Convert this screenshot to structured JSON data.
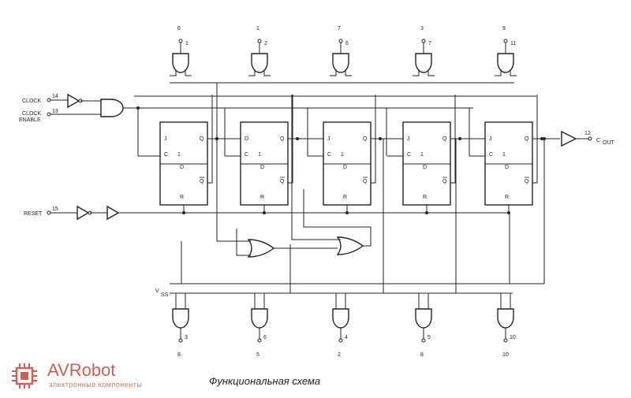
{
  "colors": {
    "line": "#222222",
    "logo": "#c4453b"
  },
  "inputs": {
    "clock": {
      "label": "CLOCK",
      "pin": "14"
    },
    "clock_enable": {
      "label": "CLOCK\nENABLE",
      "pin": "13"
    },
    "reset": {
      "label": "RESET",
      "pin": "15"
    },
    "vss": {
      "label": "V",
      "sub": "SS"
    }
  },
  "output": {
    "label": "C",
    "sub": "OUT",
    "pin": "12"
  },
  "top_outputs": [
    {
      "name": "6",
      "pin": "1"
    },
    {
      "name": "1",
      "pin": "2"
    },
    {
      "name": "7",
      "pin": "6"
    },
    {
      "name": "3",
      "pin": "7"
    },
    {
      "name": "9",
      "pin": "11"
    }
  ],
  "bottom_outputs": [
    {
      "pin": "3",
      "name": "8"
    },
    {
      "pin": "6",
      "name": "5"
    },
    {
      "pin": "4",
      "name": "2"
    },
    {
      "pin": "5",
      "name": "8"
    },
    {
      "pin": "10",
      "name": "10"
    }
  ],
  "flipflop_labels": {
    "j": "J",
    "c": "C",
    "d": "D",
    "q": "Q",
    "qbar": "Q",
    "r": "R",
    "one": "1"
  },
  "caption": "Функциональная схема",
  "logo": {
    "name": "AVRobot",
    "tagline": "электронные компоненты",
    "icon": "chip-icon"
  }
}
